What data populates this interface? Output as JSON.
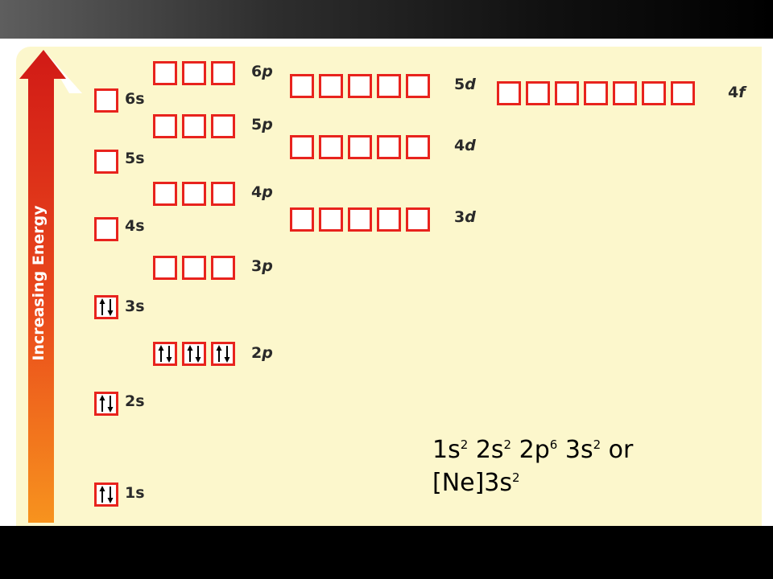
{
  "axis_label": "Increasing Energy",
  "colors": {
    "box_border": "#e8231d",
    "diagram_background": "#fcf7cc",
    "arrow_top": "#d11a16",
    "arrow_bottom": "#f7931e"
  },
  "sublevels": [
    {
      "id": "1s",
      "label": "1s",
      "orbitals": 1,
      "electrons": [
        2
      ]
    },
    {
      "id": "2s",
      "label": "2s",
      "orbitals": 1,
      "electrons": [
        2
      ]
    },
    {
      "id": "2p",
      "label": "2p",
      "orbitals": 3,
      "electrons": [
        2,
        2,
        2
      ]
    },
    {
      "id": "3s",
      "label": "3s",
      "orbitals": 1,
      "electrons": [
        2
      ]
    },
    {
      "id": "3p",
      "label": "3p",
      "orbitals": 3,
      "electrons": [
        0,
        0,
        0
      ]
    },
    {
      "id": "4s",
      "label": "4s",
      "orbitals": 1,
      "electrons": [
        0
      ]
    },
    {
      "id": "3d",
      "label": "3d",
      "orbitals": 5,
      "electrons": [
        0,
        0,
        0,
        0,
        0
      ]
    },
    {
      "id": "4p",
      "label": "4p",
      "orbitals": 3,
      "electrons": [
        0,
        0,
        0
      ]
    },
    {
      "id": "5s",
      "label": "5s",
      "orbitals": 1,
      "electrons": [
        0
      ]
    },
    {
      "id": "4d",
      "label": "4d",
      "orbitals": 5,
      "electrons": [
        0,
        0,
        0,
        0,
        0
      ]
    },
    {
      "id": "5p",
      "label": "5p",
      "orbitals": 3,
      "electrons": [
        0,
        0,
        0
      ]
    },
    {
      "id": "6s",
      "label": "6s",
      "orbitals": 1,
      "electrons": [
        0
      ]
    },
    {
      "id": "4f",
      "label": "4f",
      "orbitals": 7,
      "electrons": [
        0,
        0,
        0,
        0,
        0,
        0,
        0
      ]
    },
    {
      "id": "5d",
      "label": "5d",
      "orbitals": 5,
      "electrons": [
        0,
        0,
        0,
        0,
        0
      ]
    },
    {
      "id": "6p",
      "label": "6p",
      "orbitals": 3,
      "electrons": [
        0,
        0,
        0
      ]
    }
  ],
  "configuration": {
    "terms": [
      {
        "base": "1s",
        "sup": "2"
      },
      {
        "base": "2s",
        "sup": "2"
      },
      {
        "base": "2p",
        "sup": "6"
      },
      {
        "base": "3s",
        "sup": "2"
      }
    ],
    "connector": "or",
    "noble_core": "[Ne]3s",
    "noble_sup": "2"
  }
}
